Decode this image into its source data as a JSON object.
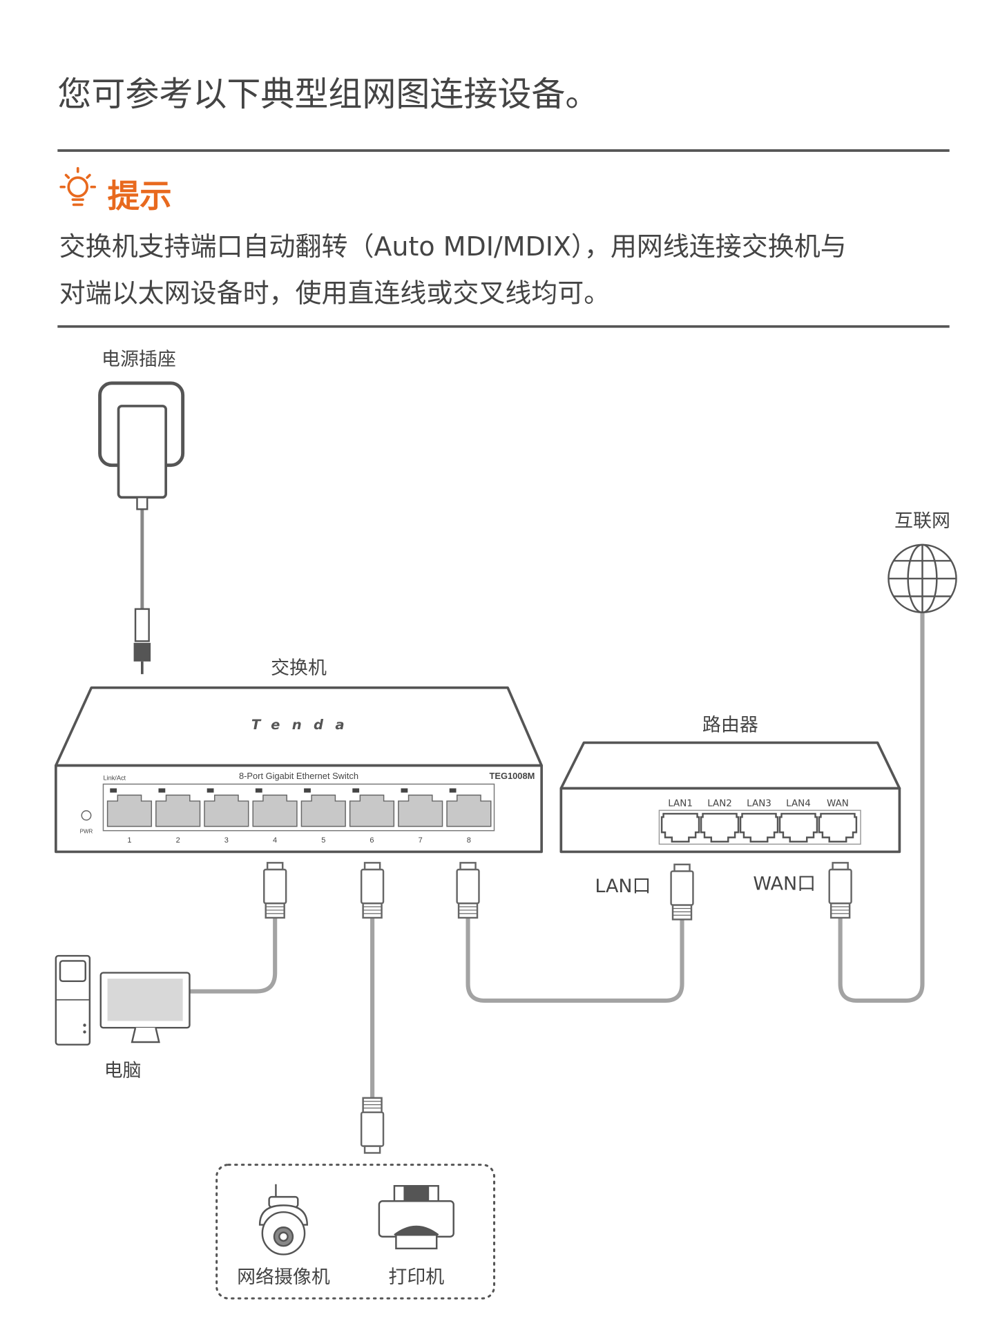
{
  "heading": "您可参考以下典型组网图连接设备。",
  "tip": {
    "icon": "lightbulb-icon",
    "title": "提示",
    "line1": "交换机支持端口自动翻转（Auto MDI/MDIX），用网线连接交换机与",
    "line2": "对端以太网设备时，使用直连线或交叉线均可。",
    "accent": "#e8691e"
  },
  "diagram": {
    "power_label": "电源插座",
    "switch": {
      "label": "交换机",
      "brand": "Tenda",
      "link_act": "Link/Act",
      "description": "8-Port Gigabit Ethernet Switch",
      "model": "TEG1008M",
      "pwr": "PWR",
      "ports": [
        "1",
        "2",
        "3",
        "4",
        "5",
        "6",
        "7",
        "8"
      ]
    },
    "router": {
      "label": "路由器",
      "ports": [
        "LAN1",
        "LAN2",
        "LAN3",
        "LAN4",
        "WAN"
      ]
    },
    "internet_label": "互联网",
    "lan_port_label": "LAN口",
    "wan_port_label": "WAN口",
    "pc_label": "电脑",
    "camera_label": "网络摄像机",
    "printer_label": "打印机"
  }
}
